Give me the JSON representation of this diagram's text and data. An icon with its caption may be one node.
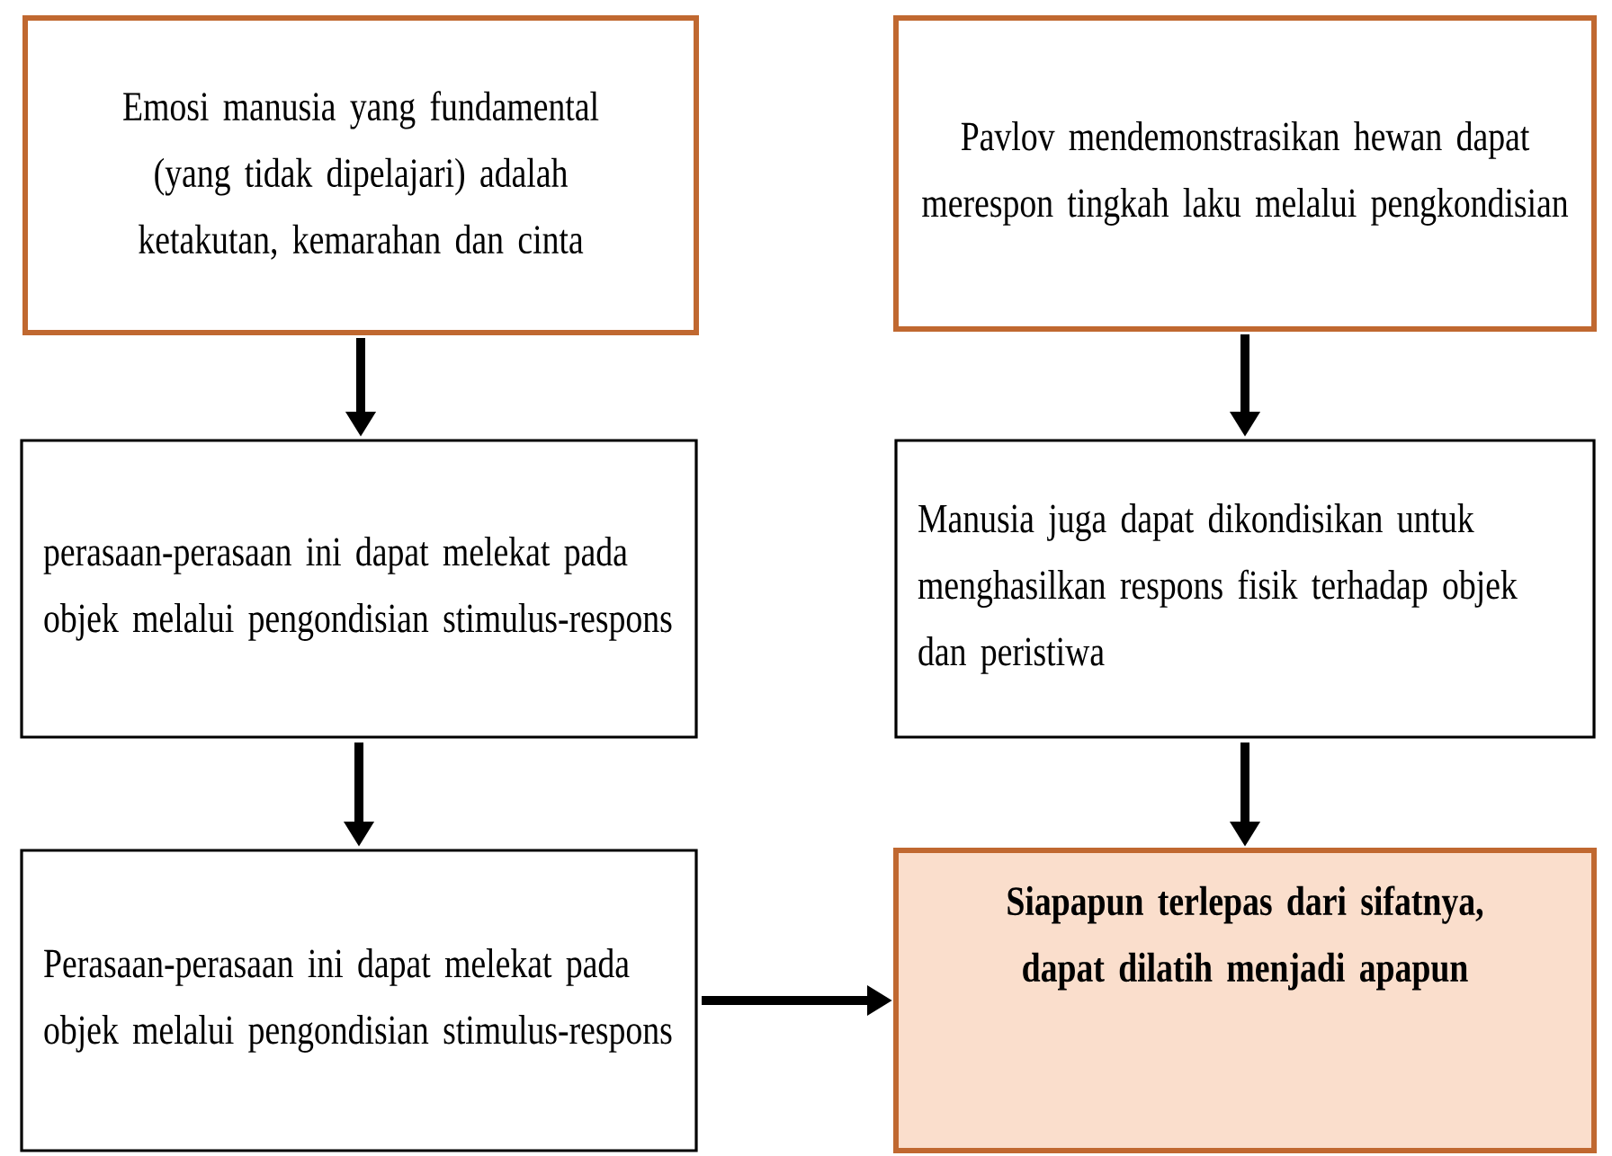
{
  "diagram": {
    "nodes": [
      {
        "text": [
          "Emosi manusia yang fundamental (yang tidak dipelajari) adalah ketakutan, kemarahan dan cinta"
        ]
      },
      {
        "text": [
          "Pavlov mendemonstrasikan hewan dapat merespon tingkah laku melalui pengkondisian"
        ]
      },
      {
        "text": [
          "perasaan-perasaan ini dapat melekat pada objek melalui pengondisian stimulus-respons"
        ]
      },
      {
        "text": [
          "Manusia juga dapat dikondisikan untuk menghasilkan respons fisik terhadap objek dan peristiwa"
        ]
      },
      {
        "text": [
          "Perasaan-perasaan ini dapat melekat pada objek melalui pengondisian stimulus-respons"
        ]
      },
      {
        "text": [
          "Siapapun terlepas dari sifatnya, dapat dilatih menjadi apapun"
        ]
      }
    ],
    "edges": [
      {
        "from": 0,
        "to": 2,
        "arrow": "to"
      },
      {
        "from": 1,
        "to": 3,
        "arrow": "to"
      },
      {
        "from": 2,
        "to": 4,
        "arrow": "to"
      },
      {
        "from": 3,
        "to": 5,
        "arrow": "to"
      },
      {
        "from": 4,
        "to": 5,
        "arrow": "to"
      }
    ]
  }
}
